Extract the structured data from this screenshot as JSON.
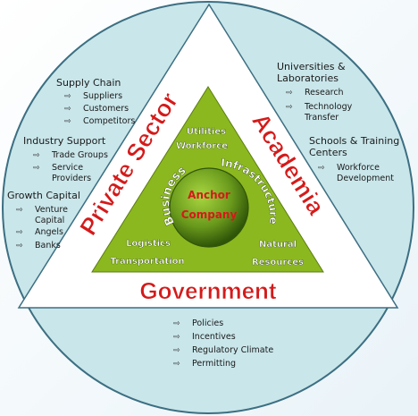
{
  "colors": {
    "outer_circle": "#c9e6ea",
    "outer_stroke": "#3c6f82",
    "triangle_fill": "#ffffff",
    "inner_triangle": "#8cb81f",
    "core_dark": "#3f6b10",
    "core_light": "#9fcc3a",
    "accent_red": "#d41a1a"
  },
  "sectors": {
    "private_sector": "Private Sector",
    "academia": "Academia",
    "government": "Government"
  },
  "core": {
    "line1": "Anchor",
    "line2": "Company"
  },
  "inner_labels": {
    "utilities": "Utilities",
    "workforce": "Workforce",
    "business": "Business",
    "infrastructure": "Infrastructure",
    "logistics": "Logistics",
    "transportation": "Transportation",
    "natural": "Natural",
    "resources": "Resources"
  },
  "left": {
    "supply_chain": {
      "title": "Supply Chain",
      "items": [
        "Suppliers",
        "Customers",
        "Competitors"
      ]
    },
    "industry_support": {
      "title": "Industry Support",
      "items": [
        "Trade Groups",
        "Service",
        "Providers"
      ]
    },
    "growth_capital": {
      "title": "Growth Capital",
      "items": [
        "Venture",
        "Capital",
        "Angels",
        "Banks"
      ]
    }
  },
  "right": {
    "universities": {
      "title_line1": "Universities &",
      "title_line2": "Laboratories",
      "items": [
        "Research",
        "Technology",
        "Transfer"
      ]
    },
    "schools": {
      "title_line1": "Schools & Training",
      "title_line2": "Centers",
      "items": [
        "Workforce",
        "Development"
      ]
    }
  },
  "bottom": {
    "items": [
      "Policies",
      "Incentives",
      "Regulatory Climate",
      "Permitting"
    ]
  },
  "bullet_glyph": "⇨"
}
